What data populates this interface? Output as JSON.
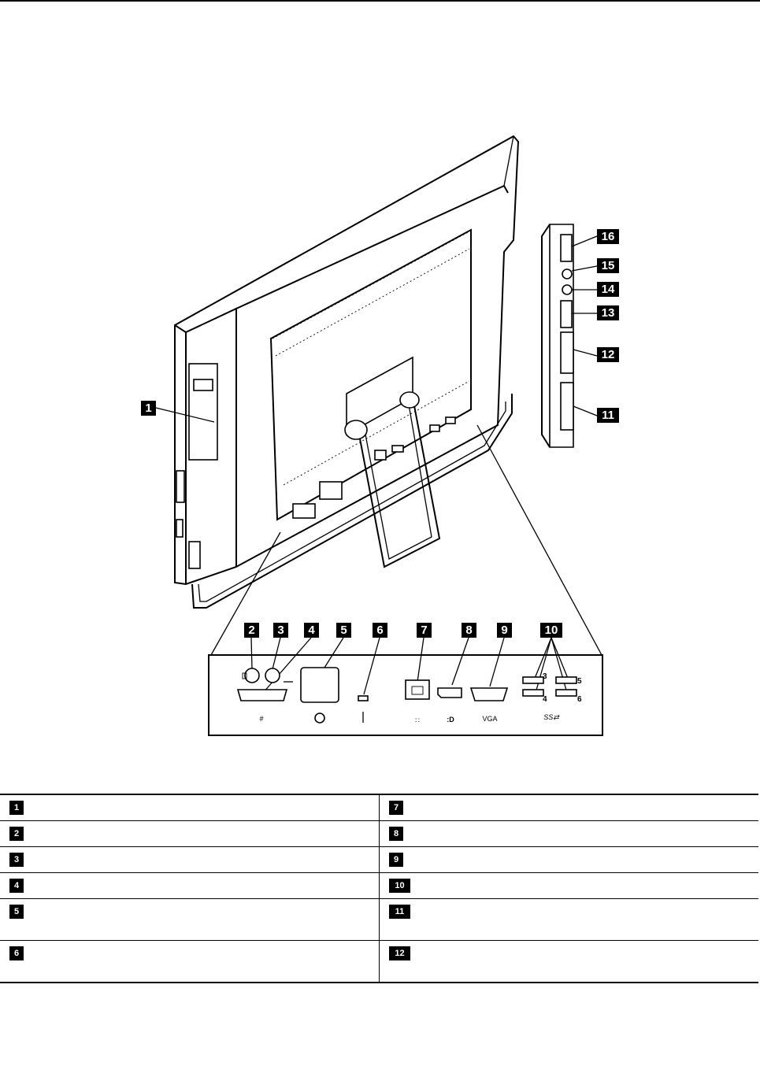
{
  "figure": {
    "callouts": [
      "1",
      "2",
      "3",
      "4",
      "5",
      "6",
      "7",
      "8",
      "9",
      "10",
      "11",
      "12",
      "13",
      "14",
      "15",
      "16"
    ],
    "usb_sub_numbers": [
      "3",
      "4",
      "5",
      "6"
    ],
    "vga_label": "VGA",
    "icons": [
      "mouse-icon",
      "keyboard-icon",
      "serial-port-icon",
      "power-icon",
      "security-lock-icon",
      "ethernet-icon",
      "displayport-icon",
      "vga-icon",
      "usb3-icon",
      "microphone-icon",
      "headphone-icon",
      "card-reader-icon",
      "optical-drive-icon"
    ]
  },
  "legend": {
    "rows": [
      {
        "left": {
          "num": "1",
          "text": ""
        },
        "right": {
          "num": "7",
          "text": ""
        }
      },
      {
        "left": {
          "num": "2",
          "text": ""
        },
        "right": {
          "num": "8",
          "text": ""
        }
      },
      {
        "left": {
          "num": "3",
          "text": ""
        },
        "right": {
          "num": "9",
          "text": ""
        }
      },
      {
        "left": {
          "num": "4",
          "text": ""
        },
        "right": {
          "num": "10",
          "text": ""
        }
      },
      {
        "left": {
          "num": "5",
          "text": ""
        },
        "right": {
          "num": "11",
          "text": ""
        }
      },
      {
        "left": {
          "num": "6",
          "text": ""
        },
        "right": {
          "num": "12",
          "text": ""
        }
      }
    ]
  }
}
